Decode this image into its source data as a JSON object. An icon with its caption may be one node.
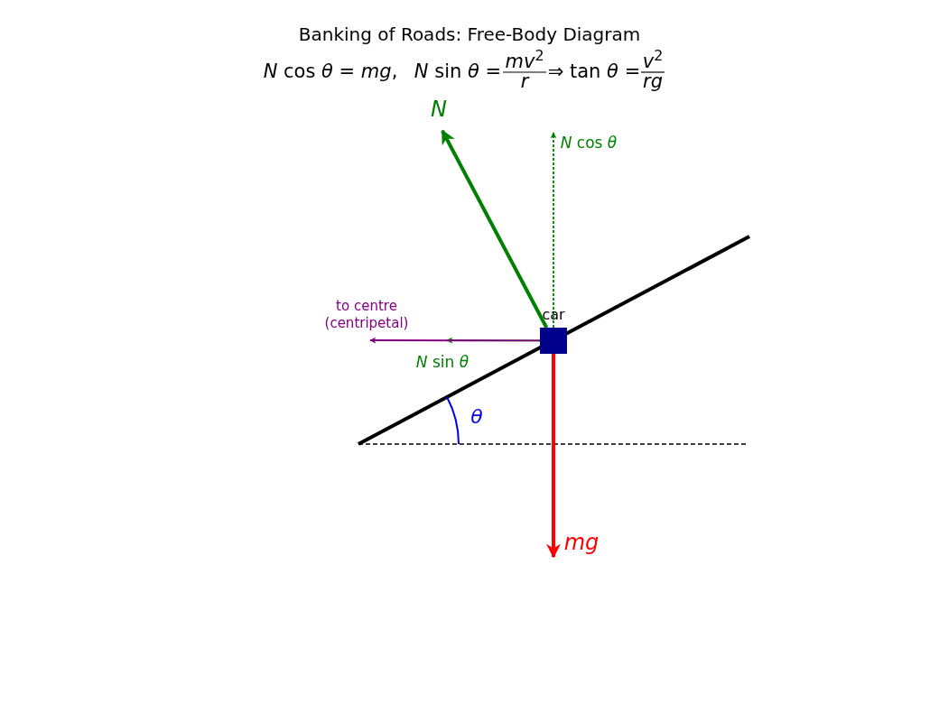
{
  "diagram": {
    "title": "Banking of Roads: Free-Body Diagram",
    "nodes": [
      {
        "text": [
          "car"
        ]
      },
      {
        "text": [
          "N"
        ]
      },
      {
        "text": [
          "*N* cos *θ*"
        ]
      },
      {
        "text": [
          "*N* sin *θ*"
        ]
      },
      {
        "text": [
          "to centre (centripetal)"
        ]
      },
      {
        "text": [
          "mg"
        ]
      }
    ],
    "edges": [
      {
        "from": 0,
        "to": 1,
        "arrow": "to",
        "style": "thick"
      },
      {
        "from": 0,
        "to": 2,
        "arrow": "to",
        "style": "dashed"
      },
      {
        "from": 0,
        "to": 3,
        "arrow": "to"
      },
      {
        "from": 0,
        "to": 4,
        "arrow": "to",
        "color": "#800080"
      },
      {
        "from": 0,
        "to": 5,
        "arrow": "to",
        "style": "thick",
        "color": "#ff0000"
      }
    ],
    "labels": [
      "*N* cos *θ* = *mg*,",
      "*N* sin *θ* =",
      "*mv*$^{2}$",
      "*r*",
      "⇒ tan *θ* =",
      "*v*$^{2}$",
      "*rg*",
      "*θ*"
    ]
  }
}
